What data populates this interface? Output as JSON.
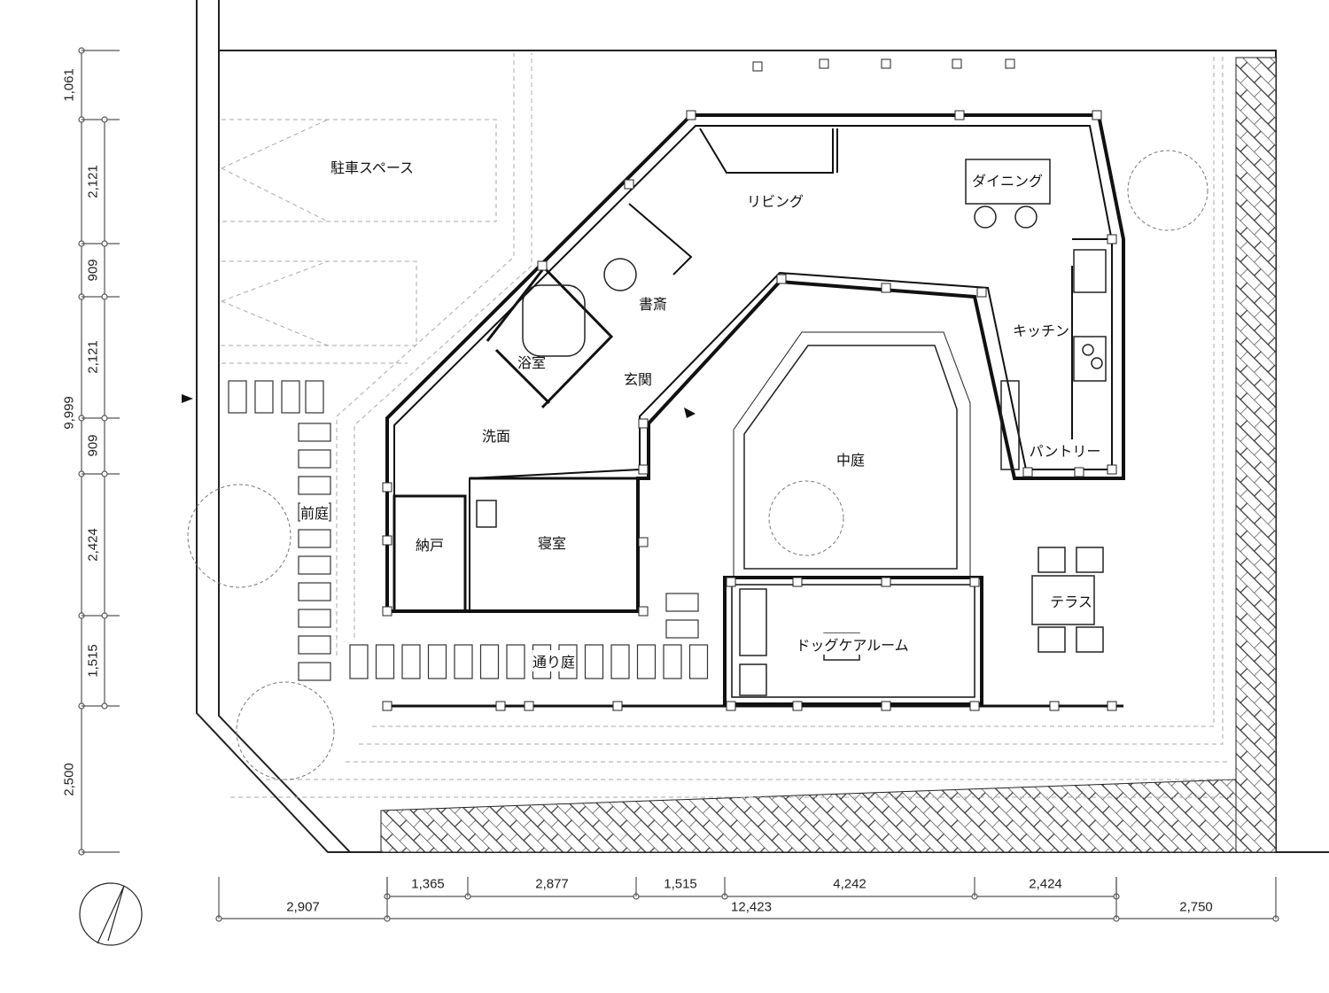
{
  "rooms": {
    "parking": "駐車スペース",
    "living": "リビング",
    "dining": "ダイニング",
    "study": "書斎",
    "kitchen": "キッチン",
    "bath": "浴室",
    "entrance": "玄関",
    "washroom": "洗面",
    "courtyard": "中庭",
    "pantry": "パントリー",
    "front_garden": "前庭",
    "storage": "納戸",
    "bedroom": "寝室",
    "terrace": "テラス",
    "dog_care_room": "ドッグケアルーム",
    "passage_garden": "通り庭"
  },
  "dimensions": {
    "left_outer": [
      "1,061",
      "9,999",
      "2,500"
    ],
    "left_inner": [
      "2,121",
      "909",
      "2,121",
      "909",
      "2,424",
      "1,515"
    ],
    "bottom_upper": [
      "1,365",
      "2,877",
      "1,515",
      "4,242",
      "2,424"
    ],
    "bottom_lower": [
      "2,907",
      "12,423",
      "2,750"
    ]
  },
  "colors": {
    "line": "#1a1a1a",
    "dashed": "#9a9a9a"
  }
}
